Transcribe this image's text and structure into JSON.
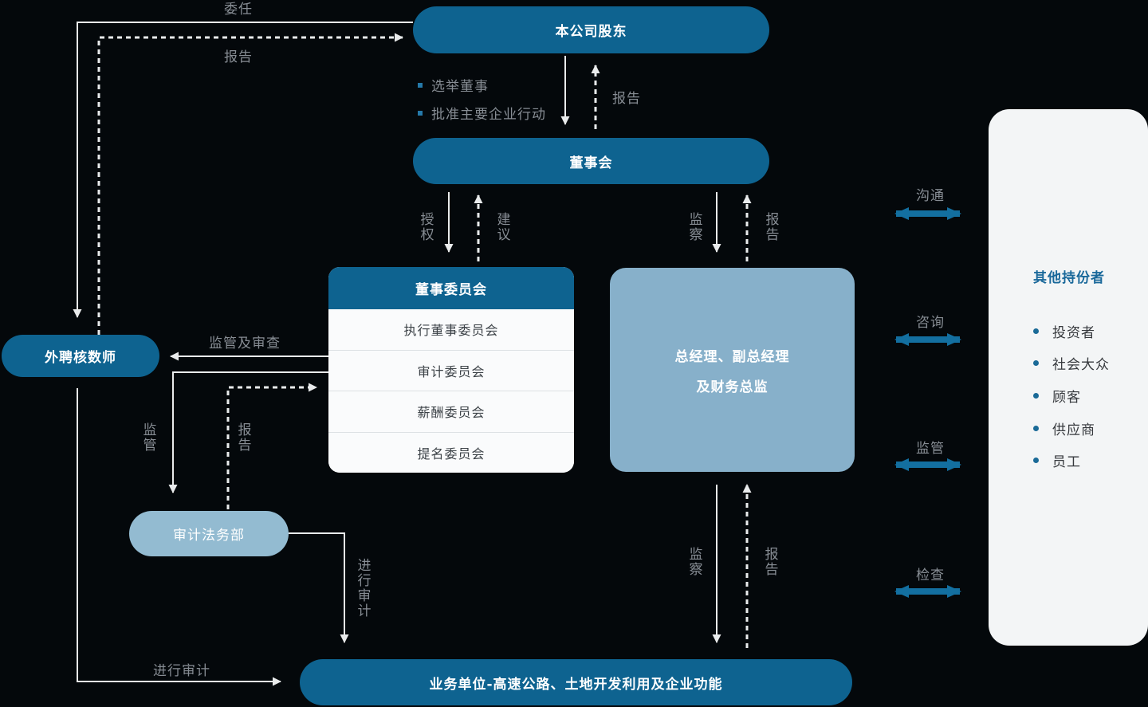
{
  "diagram": {
    "nodes": {
      "shareholders": "本公司股东",
      "board": "董事会",
      "committees": {
        "header": "董事委员会",
        "rows": [
          "执行董事委员会",
          "审计委员会",
          "薪酬委员会",
          "提名委员会"
        ]
      },
      "management": {
        "line1": "总经理、副总经理",
        "line2": "及财务总监"
      },
      "external_auditor": "外聘核数师",
      "audit_legal_dept": "审计法务部",
      "business_units": "业务单位-高速公路、土地开发利用及企业功能"
    },
    "shareholder_actions": [
      "选举董事",
      "批准主要企业行动"
    ],
    "stakeholders": {
      "title": "其他持份者",
      "items": [
        "投资者",
        "社会大众",
        "顾客",
        "供应商",
        "员工"
      ]
    },
    "labels": {
      "appoint": "委任",
      "auditor_report": "报告",
      "board_report": "报告",
      "authorize": "授权",
      "advise": "建议",
      "monitor_upper": "监察",
      "mgmt_report": "报告",
      "oversee_and_review": "监管及审查",
      "oversee_dept": "监管",
      "dept_report": "报告",
      "conduct_audit_internal": "进行审计",
      "conduct_audit_external": "进行审计",
      "monitor_lower": "监察",
      "bu_report": "报告",
      "communicate": "沟通",
      "consult": "咨询",
      "regulate": "监管",
      "inspect": "检查"
    },
    "colors": {
      "background": "#04080b",
      "primary_blue": "#0e6390",
      "light_blue": "#87b0ca",
      "pill_light_blue": "#93bbd1",
      "panel_bg": "#f3f5f6",
      "line_gray": "#e9ebec",
      "label_gray": "#878d94",
      "accent_arrow_blue": "#136fa0",
      "panel_title_blue": "#19689a"
    }
  }
}
